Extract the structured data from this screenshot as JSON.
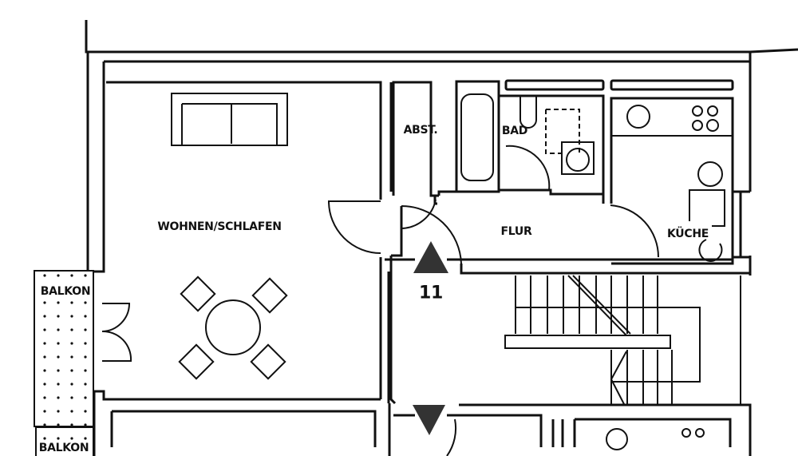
{
  "rooms": {
    "living": "WOHNEN/SCHLAFEN",
    "storage": "ABST.",
    "bath": "BAD",
    "hall": "FLUR",
    "kitchen": "KÜCHE",
    "balcony_upper": "BALKON",
    "balcony_lower": "BALKON"
  },
  "unit_number": "11",
  "colors": {
    "line": "#111111",
    "marker": "#333333",
    "background": "#ffffff"
  }
}
